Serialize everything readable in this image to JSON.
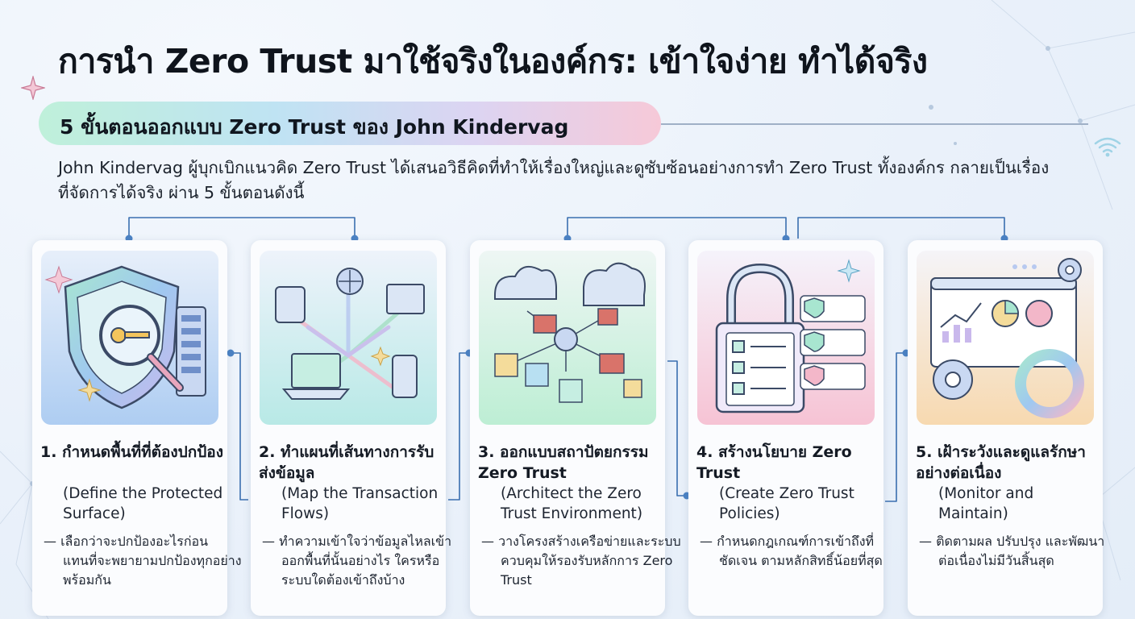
{
  "title": "การนำ Zero Trust มาใช้จริงในองค์กร: เข้าใจง่าย ทำได้จริง",
  "subtitle": "5 ขั้นตอนออกแบบ Zero Trust ของ John Kindervag",
  "intro": "John Kindervag ผู้บุกเบิกแนวคิด Zero Trust  ได้เสนอวิธีคิดที่ทำให้เรื่องใหญ่และดูซับซ้อนอย่างการทำ Zero Trust ทั้งองค์กร กลายเป็นเรื่องที่จัดการได้จริง ผ่าน 5 ขั้นตอนดังนี้",
  "steps": [
    {
      "title": "1. กำหนดพื้นที่ที่ต้องปกป้อง",
      "english": "(Define the Protected Surface)",
      "desc": "— เลือกว่าจะปกป้องอะไรก่อน แทนที่จะพยายามปกป้องทุกอย่างพร้อมกัน",
      "icon": "shield-magnifier-key-icon"
    },
    {
      "title": "2. ทำแผนที่เส้นทางการรับส่งข้อมูล",
      "english": "(Map the Transaction Flows)",
      "desc": "— ทำความเข้าใจว่าข้อมูลไหลเข้าออกพื้นที่นั้นอย่างไร ใครหรือระบบใดต้องเข้าถึงบ้าง",
      "icon": "data-flow-devices-icon"
    },
    {
      "title": "3. ออกแบบสถาปัตยกรรม Zero Trust",
      "english": "(Architect the Zero Trust Environment)",
      "desc": "— วางโครงสร้างเครือข่ายและระบบควบคุมให้รองรับหลักการ Zero Trust",
      "icon": "network-architecture-icon"
    },
    {
      "title": "4. สร้างนโยบาย Zero Trust",
      "english": "(Create Zero Trust Policies)",
      "desc": "— กำหนดกฎเกณฑ์การเข้าถึงที่ชัดเจน ตามหลักสิทธิ์น้อยที่สุด",
      "icon": "padlock-checklist-icon"
    },
    {
      "title": "5. เฝ้าระวังและดูแลรักษาอย่างต่อเนื่อง",
      "english": "(Monitor and Maintain)",
      "desc": "— ติดตามผล ปรับปรุง และพัฒนาต่อเนื่องไม่มีวันสิ้นสุด",
      "icon": "dashboard-gears-cycle-icon"
    }
  ],
  "colors": {
    "accent_green": "#bff0da",
    "accent_blue": "#bfe3f3",
    "accent_pink": "#f6c9d8",
    "connector": "#3a6fb0"
  }
}
